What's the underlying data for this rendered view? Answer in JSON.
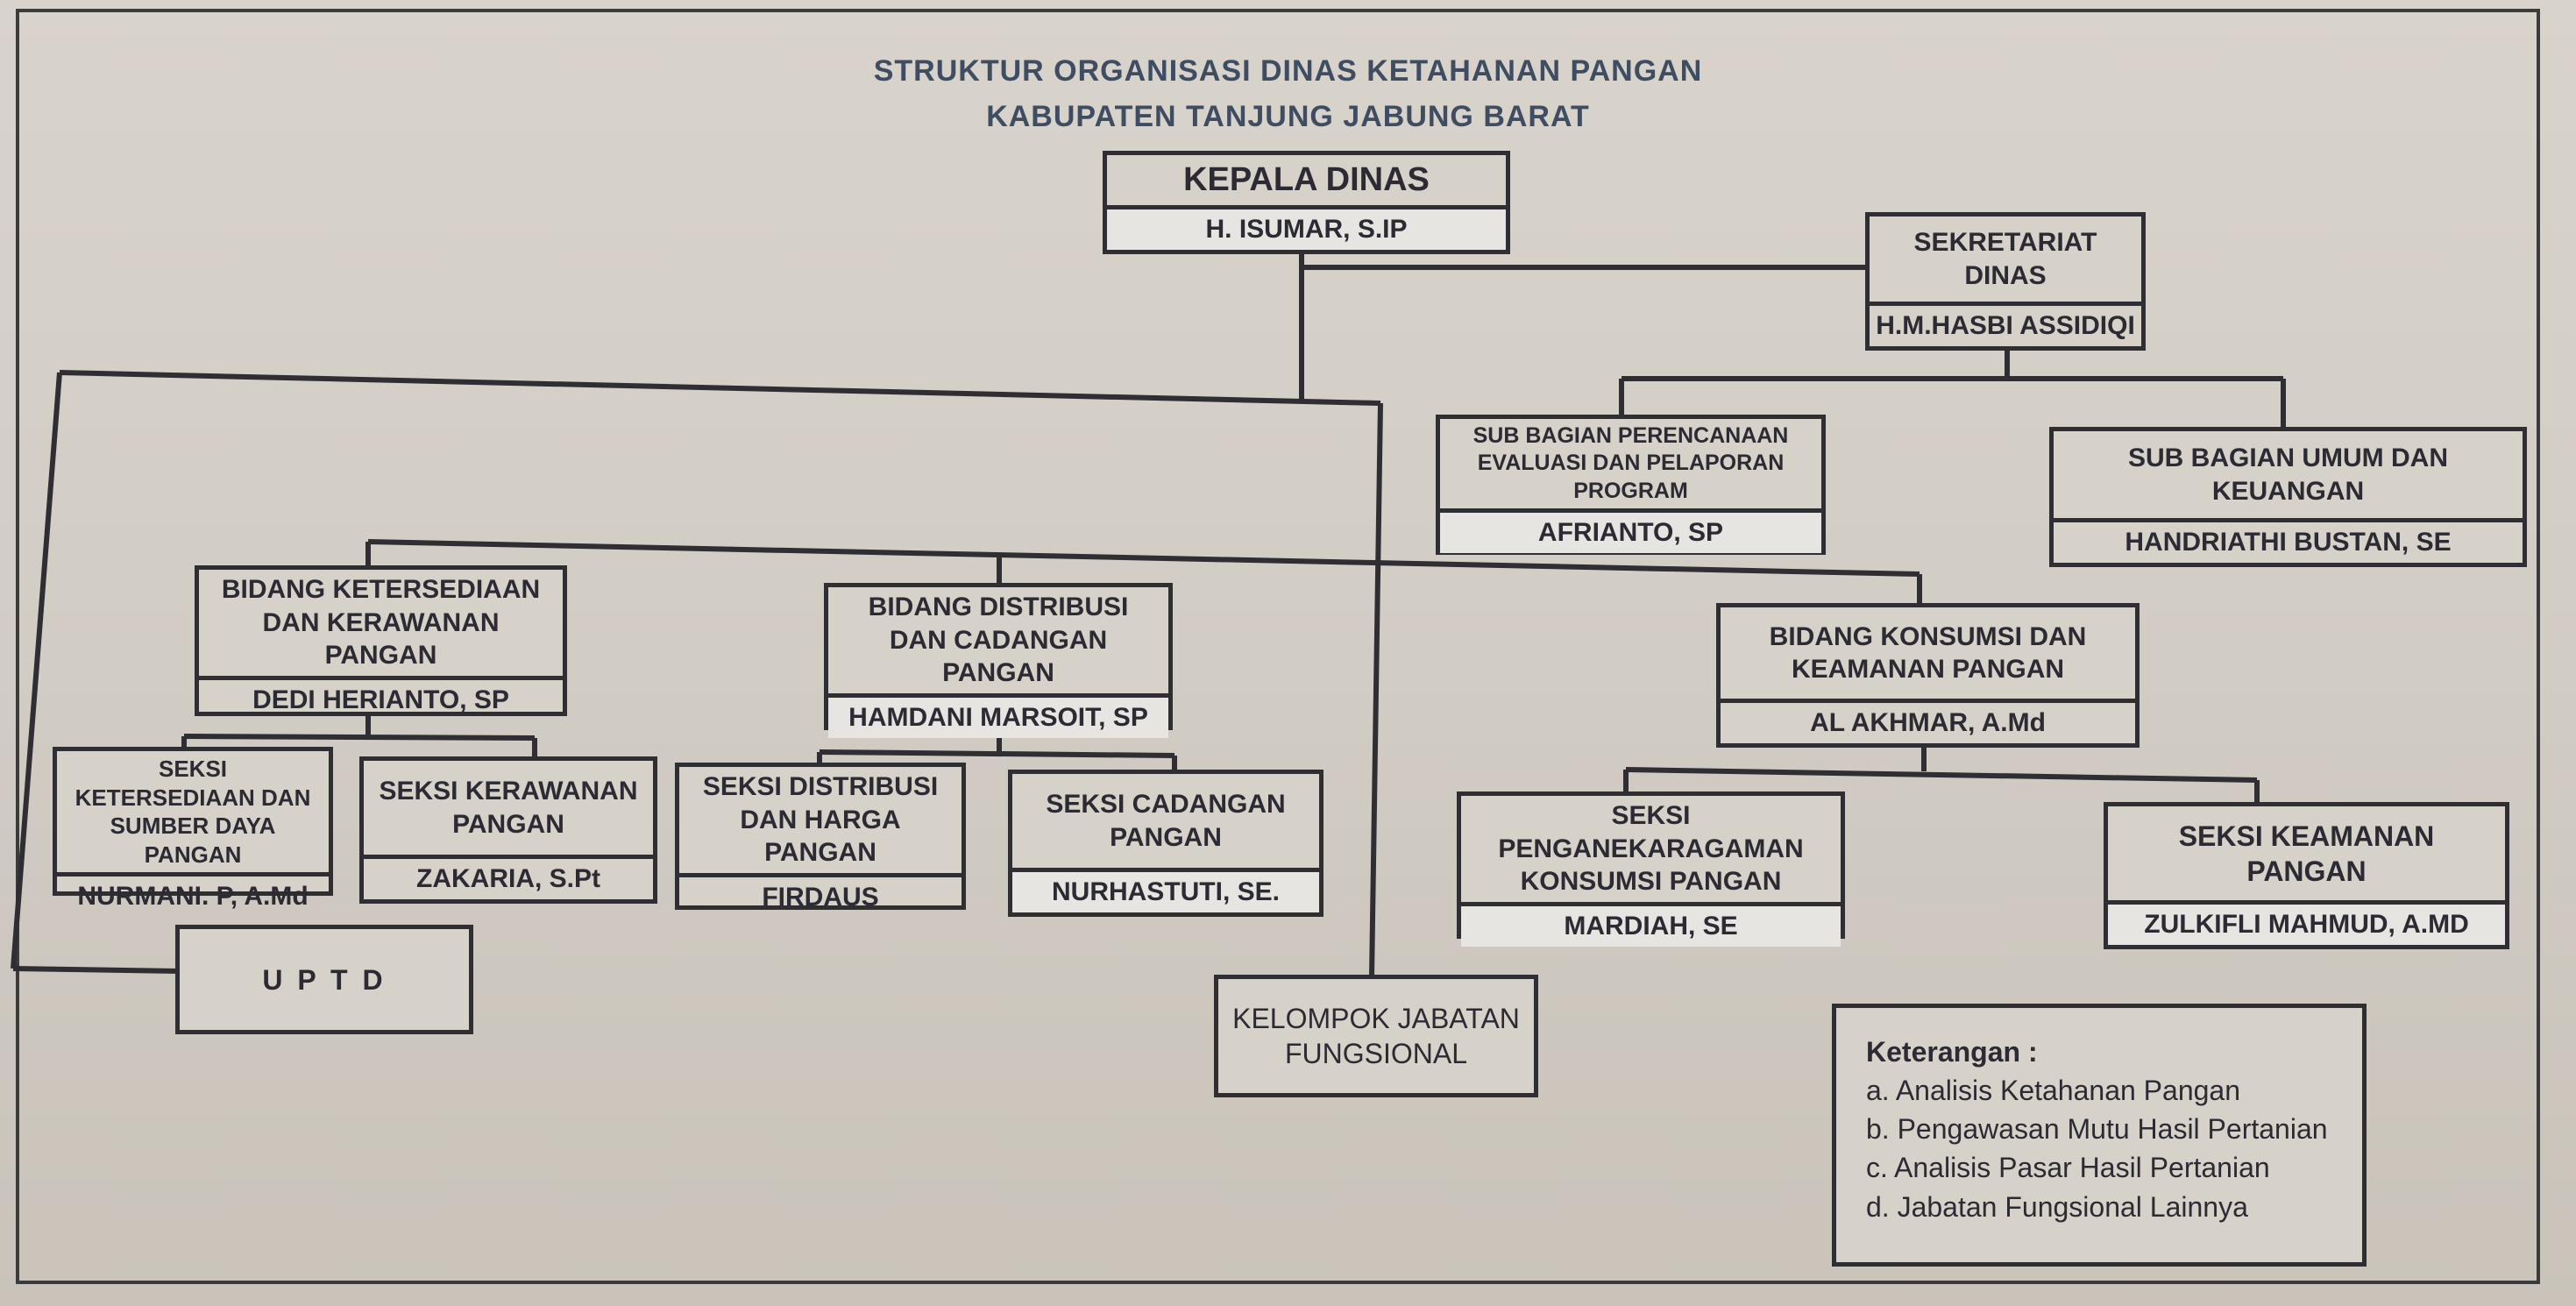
{
  "title": {
    "line1": "STRUKTUR ORGANISASI DINAS KETAHANAN PANGAN",
    "line2": "KABUPATEN TANJUNG JABUNG BARAT"
  },
  "kepala": {
    "unit": "KEPALA DINAS",
    "name": "H. ISUMAR, S.IP"
  },
  "sekretariat": {
    "unit": "SEKRETARIAT DINAS",
    "name": "H.M.HASBI ASSIDIQI"
  },
  "subbag_perencanaan": {
    "unit": "SUB BAGIAN PERENCANAAN EVALUASI DAN PELAPORAN PROGRAM",
    "name": "AFRIANTO, SP"
  },
  "subbag_umum": {
    "unit": "SUB BAGIAN UMUM DAN KEUANGAN",
    "name": "HANDRIATHI BUSTAN, SE"
  },
  "bidang_ketersediaan": {
    "unit": "BIDANG KETERSEDIAAN DAN KERAWANAN PANGAN",
    "name": "DEDI HERIANTO, SP"
  },
  "bidang_distribusi": {
    "unit": "BIDANG DISTRIBUSI DAN CADANGAN PANGAN",
    "name": "HAMDANI MARSOIT, SP"
  },
  "bidang_konsumsi": {
    "unit": "BIDANG KONSUMSI DAN KEAMANAN PANGAN",
    "name": "AL AKHMAR, A.Md"
  },
  "seksi_ketersediaan": {
    "unit": "SEKSI KETERSEDIAAN DAN SUMBER DAYA PANGAN",
    "name": "NURMANI. P, A.Md"
  },
  "seksi_kerawanan": {
    "unit": "SEKSI KERAWANAN PANGAN",
    "name": "ZAKARIA, S.Pt"
  },
  "seksi_distribusi": {
    "unit": "SEKSI DISTRIBUSI DAN HARGA PANGAN",
    "name": "FIRDAUS"
  },
  "seksi_cadangan": {
    "unit": "SEKSI CADANGAN PANGAN",
    "name": "NURHASTUTI, SE."
  },
  "seksi_penganekaragaman": {
    "unit": "SEKSI PENGANEKARAGAMAN KONSUMSI PANGAN",
    "name": "MARDIAH, SE"
  },
  "seksi_keamanan": {
    "unit": "SEKSI KEAMANAN PANGAN",
    "name": "ZULKIFLI MAHMUD, A.MD"
  },
  "uptd": {
    "unit": "U P T D"
  },
  "kelompok": {
    "unit": "KELOMPOK JABATAN FUNGSIONAL"
  },
  "keterangan": {
    "title": "Keterangan :",
    "items": [
      "a. Analisis Ketahanan Pangan",
      "b. Pengawasan Mutu Hasil Pertanian",
      "c. Analisis Pasar Hasil Pertanian",
      "d. Jabatan Fungsional Lainnya"
    ]
  }
}
